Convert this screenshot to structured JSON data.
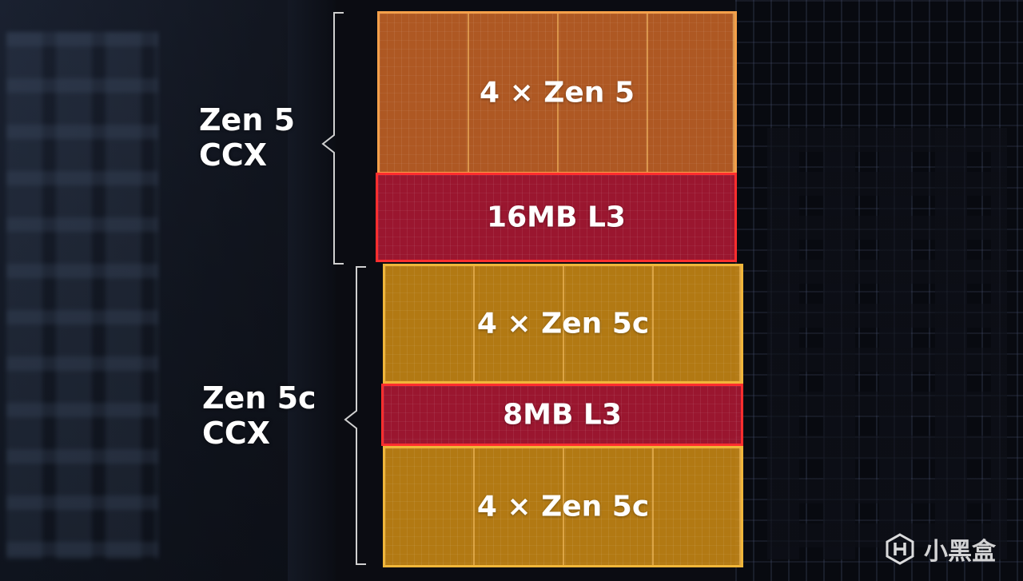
{
  "groups": {
    "zen5": {
      "title_line1": "Zen 5",
      "title_line2": "CCX"
    },
    "zen5c": {
      "title_line1": "Zen 5c",
      "title_line2": "CCX"
    }
  },
  "blocks": {
    "zen5_cores": "4 × Zen 5",
    "zen5_l3": "16MB L3",
    "zen5c_cores_top": "4 × Zen 5c",
    "zen5c_l3": "8MB L3",
    "zen5c_cores_bottom": "4 × Zen 5c"
  },
  "watermark": {
    "text": "小黑盒",
    "logo_icon": "xiaoheihe-logo-icon"
  },
  "colors": {
    "zen5_cores": "#dc6e28",
    "zen5c_cores": "#d79114",
    "l3_cache": "#be1937",
    "l3_border": "#ff2e2e"
  }
}
